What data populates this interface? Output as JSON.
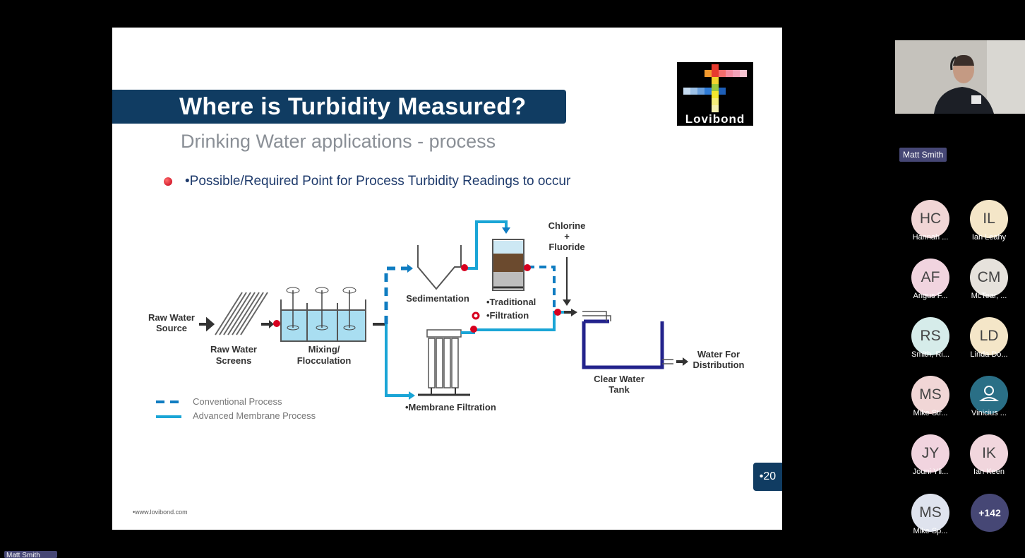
{
  "slide": {
    "title": "Where is Turbidity Measured?",
    "subtitle": "Drinking Water applications - process",
    "bullet": "•Possible/Required Point for Process Turbidity Readings to occur",
    "logo_text": "Lovibond",
    "footer_url": "•www.lovibond.com",
    "page_number": "•20"
  },
  "diagram": {
    "raw_water_source": [
      "Raw Water",
      "Source"
    ],
    "raw_water_screens": [
      "Raw Water",
      "Screens"
    ],
    "mixing": [
      "Mixing/",
      "Flocculation"
    ],
    "sedimentation": "Sedimentation",
    "traditional_filtration": [
      "•Traditional",
      "•Filtration"
    ],
    "chlorine": [
      "Chlorine",
      "+",
      "Fluoride"
    ],
    "membrane_filtration": "•Membrane Filtration",
    "clear_water_tank": [
      "Clear Water",
      "Tank"
    ],
    "water_for_distribution": [
      "Water For",
      "Distribution"
    ],
    "legend": {
      "conventional": "Conventional Process",
      "advanced": "Advanced Membrane Process"
    }
  },
  "colors": {
    "title_bar": "#103c62",
    "pipe": "#1aa5d6",
    "dashed_pipe": "#0f7cc1",
    "turbidity_point": "#d7001f",
    "tank": "#23238c"
  },
  "meeting": {
    "speaker_name": "Matt Smith",
    "participants": [
      {
        "initials": "HC",
        "name": "Hannah ...",
        "color": "#f1d6d6"
      },
      {
        "initials": "IL",
        "name": "Ian Leahy",
        "color": "#f4e6c8"
      },
      {
        "initials": "AF",
        "name": "Angus F...",
        "color": "#f1d4df"
      },
      {
        "initials": "CM",
        "name": "McTear, ...",
        "color": "#e6e2dc"
      },
      {
        "initials": "RS",
        "name": "Smith, Ri...",
        "color": "#d6ecea"
      },
      {
        "initials": "LD",
        "name": "Linda Do...",
        "color": "#f4e6c8"
      },
      {
        "initials": "MS",
        "name": "Mike Str...",
        "color": "#f1d6d6"
      },
      {
        "initials": "",
        "name": "Vinicius ...",
        "color": "#2a6f86",
        "icon": "person-icon"
      },
      {
        "initials": "JY",
        "name": "Jouni Yli...",
        "color": "#f1d4df"
      },
      {
        "initials": "IK",
        "name": "Ian Keen",
        "color": "#f1d6dd"
      },
      {
        "initials": "MS",
        "name": "Mike Sp...",
        "color": "#dfe3ee"
      }
    ],
    "more_count": "+142",
    "bottom_tag": "Matt Smith"
  }
}
